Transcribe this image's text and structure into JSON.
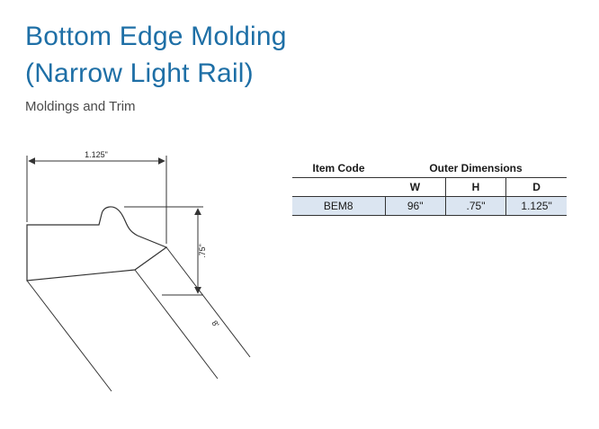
{
  "page": {
    "title_line1": "Bottom Edge Molding",
    "title_line2": "(Narrow Light Rail)",
    "subtitle": "Moldings and Trim"
  },
  "diagram": {
    "width_label": "1.125\"",
    "height_label": ".75\"",
    "length_label": "8'"
  },
  "table": {
    "header": {
      "item_code": "Item Code",
      "outer_dimensions": "Outer Dimensions",
      "w": "W",
      "h": "H",
      "d": "D"
    },
    "rows": [
      {
        "item_code": "BEM8",
        "w": "96\"",
        "h": ".75\"",
        "d": "1.125\""
      }
    ]
  },
  "colors": {
    "title_blue": "#1e6fa6",
    "row_highlight": "#dbe5f1",
    "line_color": "#333333"
  }
}
